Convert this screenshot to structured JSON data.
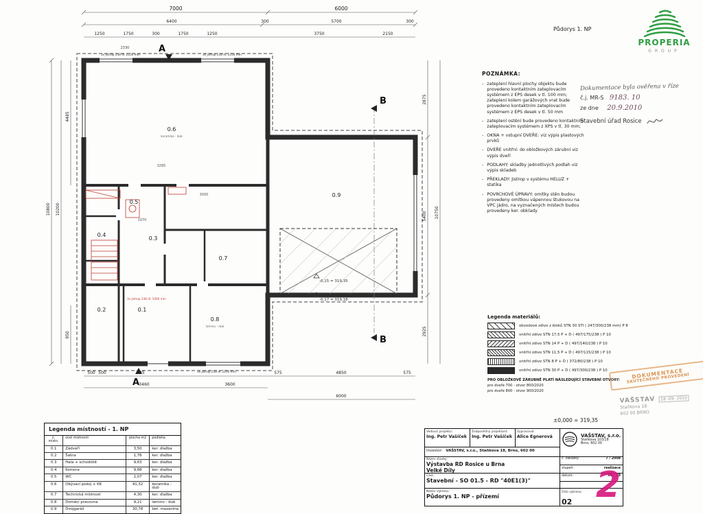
{
  "page": {
    "title": "Půdorys 1. NP"
  },
  "logo": {
    "name": "PROPERIA",
    "sub": "GROUP",
    "color": "#2f9e41"
  },
  "verification": {
    "line1": "Dokumentace byla ověřena v říze",
    "cj_label": "č.j. MR-S",
    "cj_value": "9183. 10",
    "date_label": "ze dne",
    "date_value": "20.9.2010",
    "office": "Stavební úřad Rosice"
  },
  "notes": {
    "heading": "POZNÁMKA:",
    "items": [
      "zateplení hlavní plochy objektu bude provedeno kontaktním zateplovacím systémem z EPS desek v tl. 100 mm; zateplení kolem garážových vrat bude provedeno kontaktním zateplovacím systémem z EPS desek v tl. 50 mm",
      "zateplení ostění bude provedeno kontaktním zateplovacím systémem z XPS v tl. 30 mm;",
      "OKNA + vstupní DVEŘE: viz výpis plastových prvků",
      "DVEŘE vnitřní: do obložkových zárubní viz výpis dveří",
      "PODLAHY: skladby jednotlivých podlah viz výpis skladeb",
      "PŘEKLADY: Jistrop v systému HELUZ + statika",
      "POVRCHOVÉ ÚPRAVY: omítky stěn budou provedeny omítkou vápennou štukovou na VPC jádro, na vyznačených místech budou provedeny ker. obklady"
    ]
  },
  "materials": {
    "heading": "Legenda materiálů:",
    "rows": [
      "obvodové zdivo z bloků STN 30 STI  ( 247/300/238 mm)  P 8",
      "vnitřní zdivo STN 17,5 P + D  ( 497/175/238 )  P 10",
      "vnitřní zdivo STN 14 P + D  ( 497/140/238 )  P 10",
      "vnitřní zdivo STN 11,5 P + D  ( 497/115/238 )  P 10",
      "vnitřní zdivo STN 8 P + D  ( 372/80/238 )  P 10",
      "vnitřní zdivo STN 30 P + D  ( 497/300/238 )  P 10"
    ],
    "door_heading": "PRO OBLOŽKOVÉ ZÁRUBNĚ PLATÍ NÁSLEDUJÍCÍ STAVEBNÍ OTVORY:",
    "door_notes": [
      "pro dveře 700  -  otvor 800/2020",
      "pro dveře 800  -  otvor 900/2020"
    ]
  },
  "approval_stamp": {
    "line1": "DOKUMENTACE",
    "line2": "SKUTEČNÉHO PROVEDENÍ",
    "company": "VAŠSTAV",
    "date": "18 -09- 2010",
    "addr1": "Staňkova 18",
    "addr2": "602 00 BRNO"
  },
  "elevation": "±0,000 = 319,35",
  "rooms_table": {
    "title": "Legenda místností - 1. NP",
    "headers": [
      "č. místn.",
      "účel místnosti",
      "plocha m2",
      "podlaha"
    ],
    "rows": [
      [
        "0.1",
        "Zádveří",
        "3,50",
        "ker. dlažba"
      ],
      [
        "0.2",
        "Šatna",
        "1,76",
        "ker. dlažba"
      ],
      [
        "0.3",
        "Hala + schodiště",
        "9,63",
        "ker. dlažba"
      ],
      [
        "0.4",
        "Komora",
        "9,88",
        "ker. dlažba"
      ],
      [
        "0.5",
        "WC",
        "2,07",
        "ker. dlažba"
      ],
      [
        "0.6",
        "Obývací pokoj + KK",
        "41,32",
        "keramika - dub"
      ],
      [
        "0.7",
        "Technická místnost",
        "4,30",
        "ker. dlažba"
      ],
      [
        "0.8",
        "Domácí pracovna",
        "9,21",
        "lamino - dub"
      ],
      [
        "0.9",
        "Dvojgaráž",
        "30,78",
        "bet. mazanina"
      ]
    ]
  },
  "title_block": {
    "lead_label": "Vedoucí projektu:",
    "lead": "Ing. Petr Vašíček",
    "resp_label": "Zodpovědný projektant:",
    "resp": "Ing. Petr Vašíček",
    "drawn_label": "Vypracoval:",
    "drawn": "Alice Egnerová",
    "investor_label": "Investor:",
    "investor": "VAŠSTAV, s.r.o., Staňkova 18, Brno, 602 00",
    "company": "VAŠSTAV, s.r.o.",
    "company_addr1": "Staňkova 103/18",
    "company_addr2": "Brno, 602 00",
    "project_label": "Název stavby:",
    "project1": "Výstavba RD Rosice u Brna",
    "project2": "Velké Díly",
    "part_label": "Část:",
    "part": "Stavební - SO 01.5 - RD \"40E1(3)\"",
    "drawing_label": "Název výkresu:",
    "drawing": "Půdorys 1. NP - přízemí",
    "order_label": "č. zakázky:",
    "order": "7 / 2008",
    "stage_label": "stupeň:",
    "stage": "realizace",
    "date_label": "datum:",
    "date": "08 / 09",
    "number_label": "číslo výkresu:",
    "number": "02",
    "big_number": "2"
  },
  "plan": {
    "rooms": {
      "r06": "0.6",
      "r05": "0.5",
      "r04": "0.4",
      "r03": "0.3",
      "r07": "0.7",
      "r02": "0.2",
      "r01": "0.1",
      "r08": "0.8",
      "r09": "0.9"
    },
    "room_subs": {
      "r06": "keramika - dub",
      "r08": "lamino - dub"
    },
    "sections": {
      "a": "A",
      "b": "B"
    },
    "levels": [
      "-0,15 = 319,35",
      "-0,17 = 319,18"
    ],
    "annotations": [
      "3x Jistrop 238 dl. 2250 mm",
      "3x Jistrop 238 dl. 2250 mm",
      "3x Jistrop 238 dl. 1000 mm",
      "3x Jistrop 238 dl. 2250 mm"
    ],
    "dims": {
      "top1": [
        "7000",
        "6000"
      ],
      "top2": [
        "6400",
        "300",
        "5700",
        "300"
      ],
      "top3": [
        "1250",
        "1750",
        "300",
        "1750",
        "1250",
        "3750",
        "2150"
      ],
      "small": "2330",
      "left": [
        "4485",
        "10200",
        "10800",
        "950"
      ],
      "right": [
        "2875",
        "5400",
        "2925",
        "10750"
      ],
      "bottom1": [
        "500",
        "500",
        "925",
        "575",
        "4850",
        "575"
      ],
      "bottom2": [
        "3460",
        "3600",
        "6000"
      ],
      "inner": [
        "3285",
        "3000",
        "1970"
      ]
    }
  }
}
